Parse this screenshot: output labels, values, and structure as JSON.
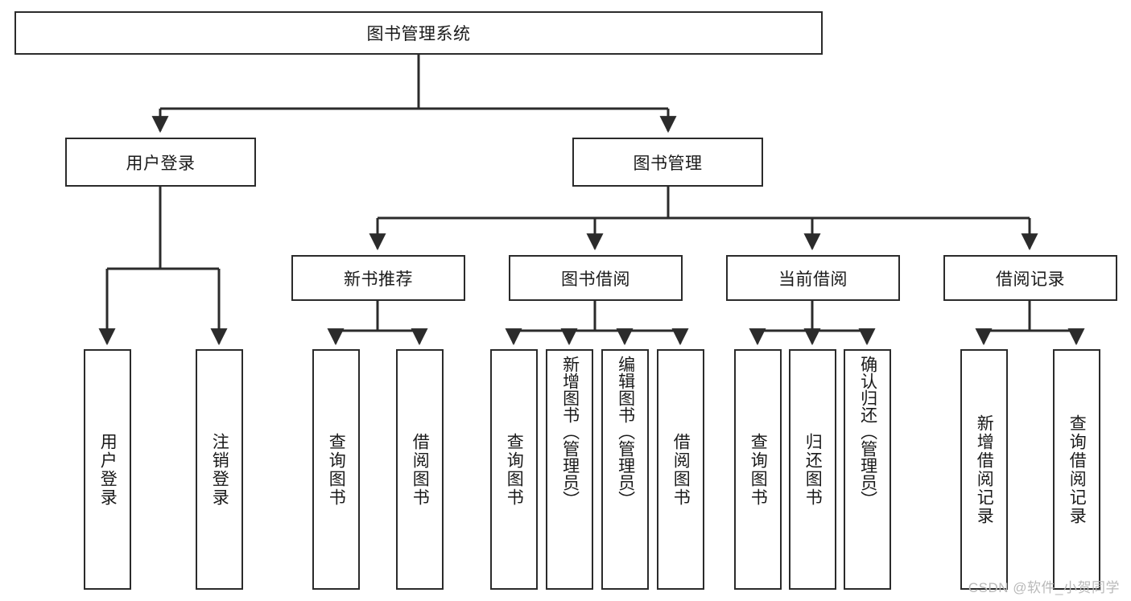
{
  "diagram": {
    "title": "图书管理系统",
    "type": "tree-hierarchy-chart",
    "watermark": "CSDN @软件_小贺同学",
    "colors": {
      "stroke": "#2b2b2b",
      "fill": "#ffffff",
      "text": "#1a1a1a",
      "watermark": "#b9b9b9"
    },
    "root": {
      "label": "图书管理系统"
    },
    "level2": [
      {
        "label": "用户登录"
      },
      {
        "label": "图书管理"
      }
    ],
    "level3": [
      {
        "label": "新书推荐"
      },
      {
        "label": "图书借阅"
      },
      {
        "label": "当前借阅"
      },
      {
        "label": "借阅记录"
      }
    ],
    "leaves": {
      "user_login": [
        {
          "label": "用户登录"
        },
        {
          "label": "注销登录"
        }
      ],
      "new_book": [
        {
          "label": "查询图书"
        },
        {
          "label": "借阅图书"
        }
      ],
      "book_borrow": [
        {
          "label": "查询图书"
        },
        {
          "label": "新增图书（管理员）"
        },
        {
          "label": "编辑图书（管理员）"
        },
        {
          "label": "借阅图书"
        }
      ],
      "current_borrow": [
        {
          "label": "查询图书"
        },
        {
          "label": "归还图书"
        },
        {
          "label": "确认归还（管理员）"
        }
      ],
      "borrow_record": [
        {
          "label": "新增借阅记录"
        },
        {
          "label": "查询借阅记录"
        }
      ]
    }
  }
}
